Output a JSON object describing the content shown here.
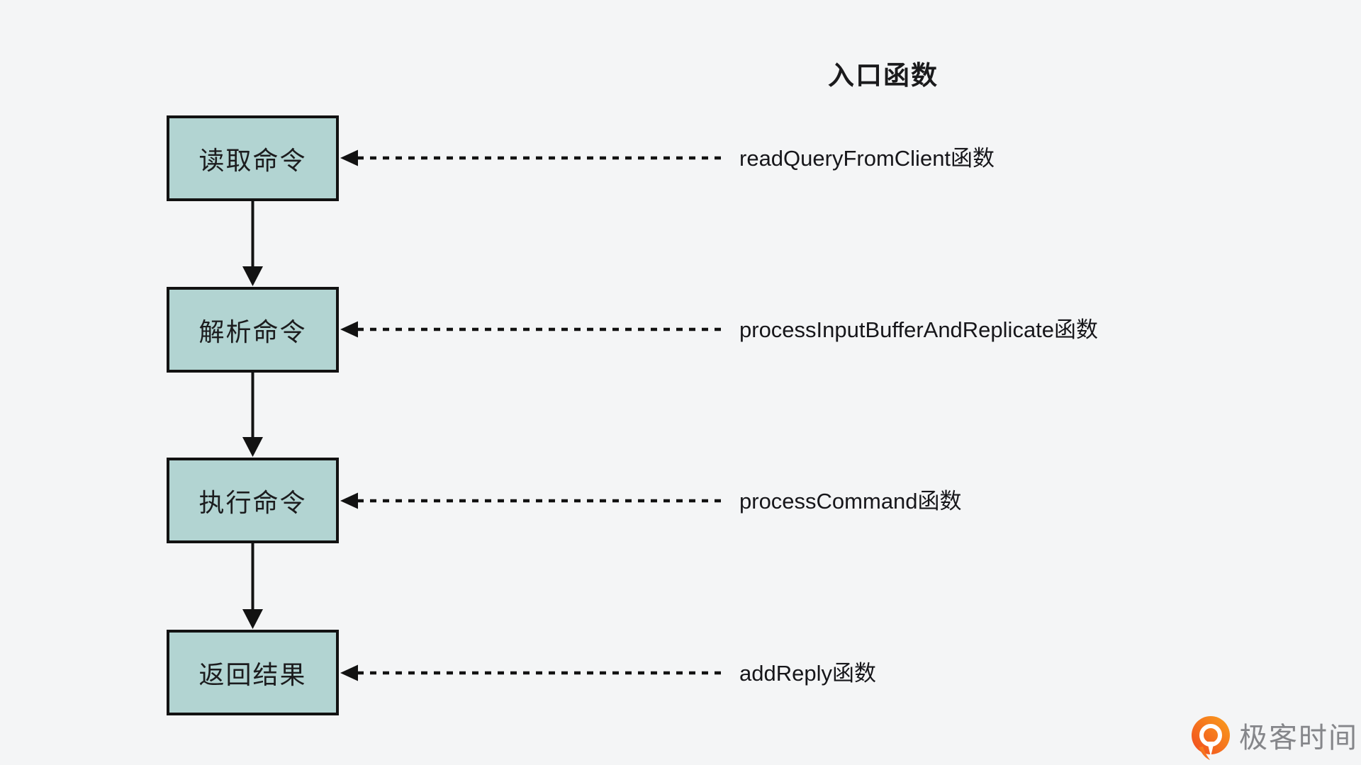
{
  "title": "入口函数",
  "flow": {
    "steps": [
      {
        "box": "读取命令",
        "func": "readQueryFromClient函数"
      },
      {
        "box": "解析命令",
        "func": "processInputBufferAndReplicate函数"
      },
      {
        "box": "执行命令",
        "func": "processCommand函数"
      },
      {
        "box": "返回结果",
        "func": "addReply函数"
      }
    ]
  },
  "logo": {
    "brand": "极客时间"
  },
  "colors": {
    "background": "#f4f5f6",
    "box_fill": "#b2d4d2",
    "box_border": "#121212",
    "arrow": "#121212",
    "logo_orange_start": "#f1491f",
    "logo_orange_end": "#f9a01e",
    "logo_text_gray": "#85868a"
  }
}
